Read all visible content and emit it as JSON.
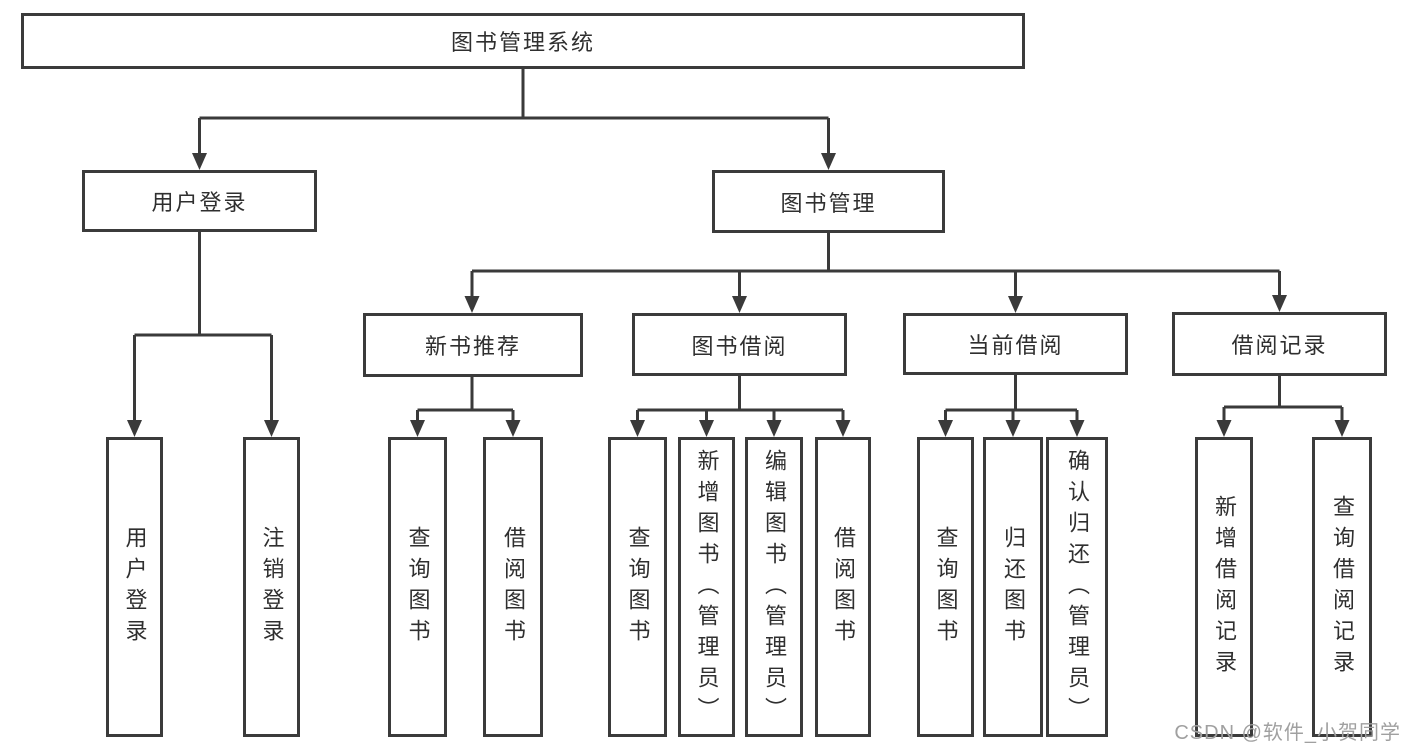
{
  "diagram_type": "hierarchy-tree",
  "tree": {
    "root": {
      "label": "图书管理系统",
      "children": [
        {
          "label": "用户登录",
          "children": [
            {
              "label": "用户登录"
            },
            {
              "label": "注销登录"
            }
          ]
        },
        {
          "label": "图书管理",
          "children": [
            {
              "label": "新书推荐",
              "children": [
                {
                  "label": "查询图书"
                },
                {
                  "label": "借阅图书"
                }
              ]
            },
            {
              "label": "图书借阅",
              "children": [
                {
                  "label": "查询图书"
                },
                {
                  "label": "新增图书（管理员）"
                },
                {
                  "label": "编辑图书（管理员）"
                },
                {
                  "label": "借阅图书"
                }
              ]
            },
            {
              "label": "当前借阅",
              "children": [
                {
                  "label": "查询图书"
                },
                {
                  "label": "归还图书"
                },
                {
                  "label": "确认归还（管理员）"
                }
              ]
            },
            {
              "label": "借阅记录",
              "children": [
                {
                  "label": "新增借阅记录"
                },
                {
                  "label": "查询借阅记录"
                }
              ]
            }
          ]
        }
      ]
    }
  },
  "watermark": {
    "text": "CSDN @软件_小贺同学"
  },
  "colors": {
    "line": "#3a3a3a",
    "box_border": "#3b3b3b",
    "text": "#2f2f2f",
    "watermark": "#a0a0a0",
    "background": "#ffffff"
  }
}
